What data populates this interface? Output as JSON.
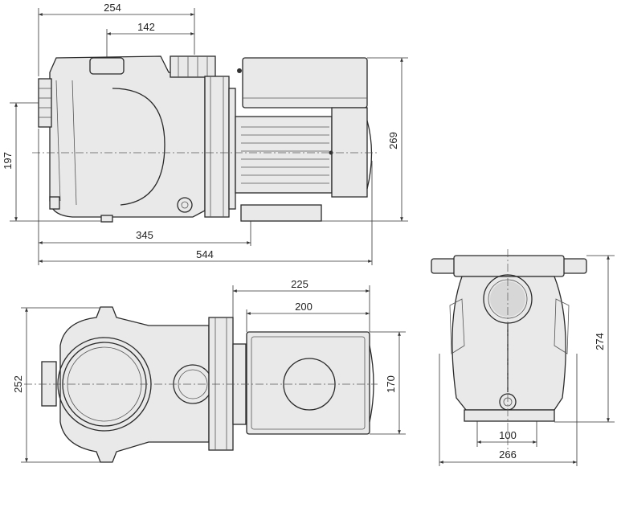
{
  "drawing": {
    "side_view": {
      "dim_overall_top": "254",
      "dim_outlet_offset": "142",
      "dim_height_inlet": "197",
      "dim_height_total": "269",
      "dim_inlet_to_foot": "345",
      "dim_total_length": "544"
    },
    "top_view": {
      "dim_motor_flange": "225",
      "dim_motor_length": "200",
      "dim_width": "252",
      "dim_motor_width": "170"
    },
    "front_view": {
      "dim_height": "274",
      "dim_foot_width": "100",
      "dim_width": "266"
    }
  }
}
